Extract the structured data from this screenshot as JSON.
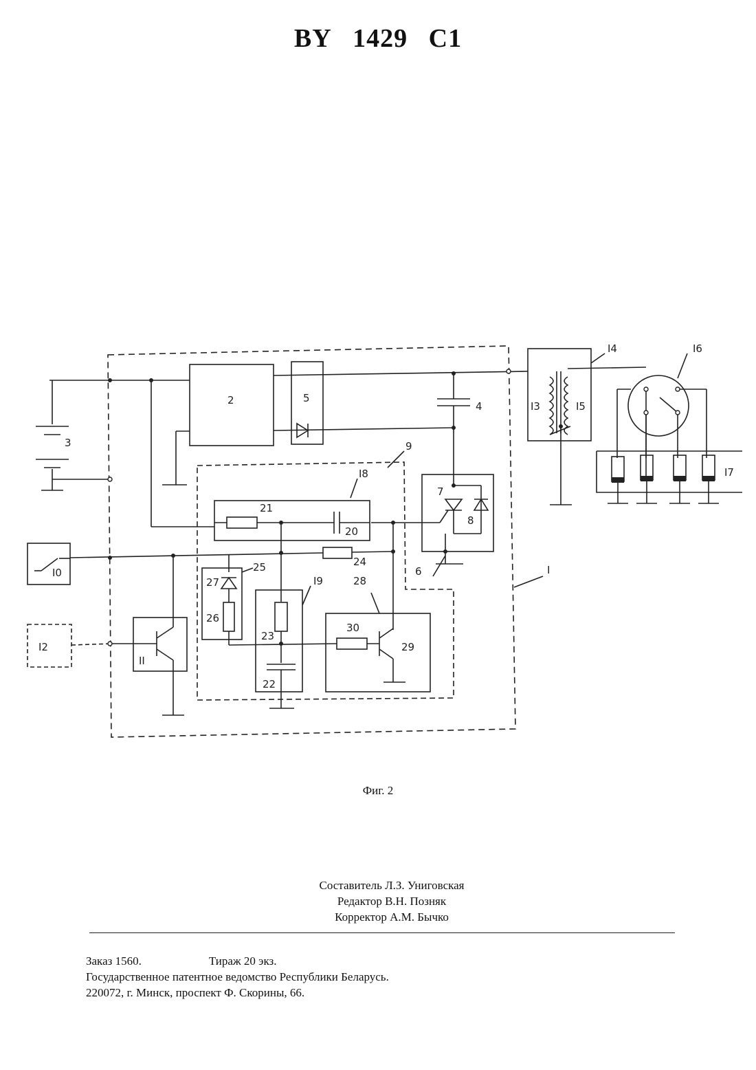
{
  "header": {
    "country": "BY",
    "number": "1429",
    "kind": "C1"
  },
  "figure": {
    "caption": "Фиг. 2",
    "labels": {
      "l1": "I",
      "l2": "2",
      "l3": "3",
      "l4": "4",
      "l5": "5",
      "l6": "6",
      "l7": "7",
      "l8": "8",
      "l9": "9",
      "l10": "I0",
      "l11": "II",
      "l12": "I2",
      "l13": "I3",
      "l14": "I4",
      "l15": "I5",
      "l16": "I6",
      "l17": "I7",
      "l18": "I8",
      "l19": "I9",
      "l20": "20",
      "l21": "21",
      "l22": "22",
      "l23": "23",
      "l24": "24",
      "l25": "25",
      "l26": "26",
      "l27": "27",
      "l28": "28",
      "l29": "29",
      "l30": "30"
    }
  },
  "credits": {
    "compiler": "Составитель Л.З. Униговская",
    "editor": "Редактор В.Н. Позняк",
    "corrector": "Корректор А.М. Бычко"
  },
  "footer": {
    "order": "Заказ  1560.",
    "circulation": "Тираж 20 экз.",
    "office": "Государственное патентное ведомство Республики Беларусь.",
    "address": "220072, г. Минск, проспект Ф. Скорины, 66."
  }
}
